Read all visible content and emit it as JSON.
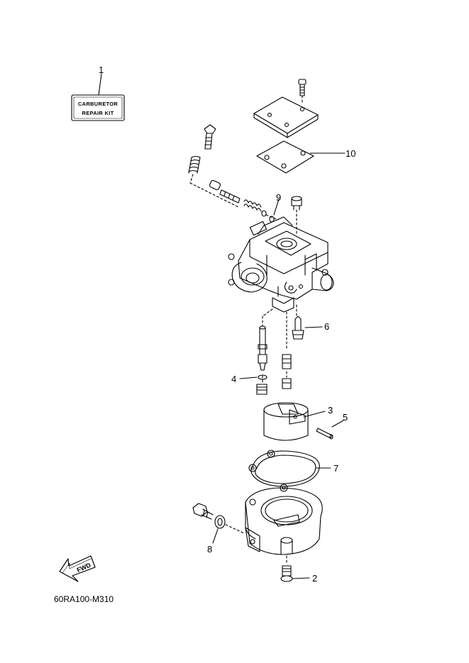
{
  "diagram": {
    "drawing_code": "60RA100-M310",
    "kit_label": {
      "line1": "CARBURETOR",
      "line2": "REPAIR KIT"
    },
    "direction_label": "FWD",
    "callouts": [
      "1",
      "2",
      "3",
      "4",
      "5",
      "6",
      "7",
      "8",
      "9",
      "10"
    ]
  }
}
